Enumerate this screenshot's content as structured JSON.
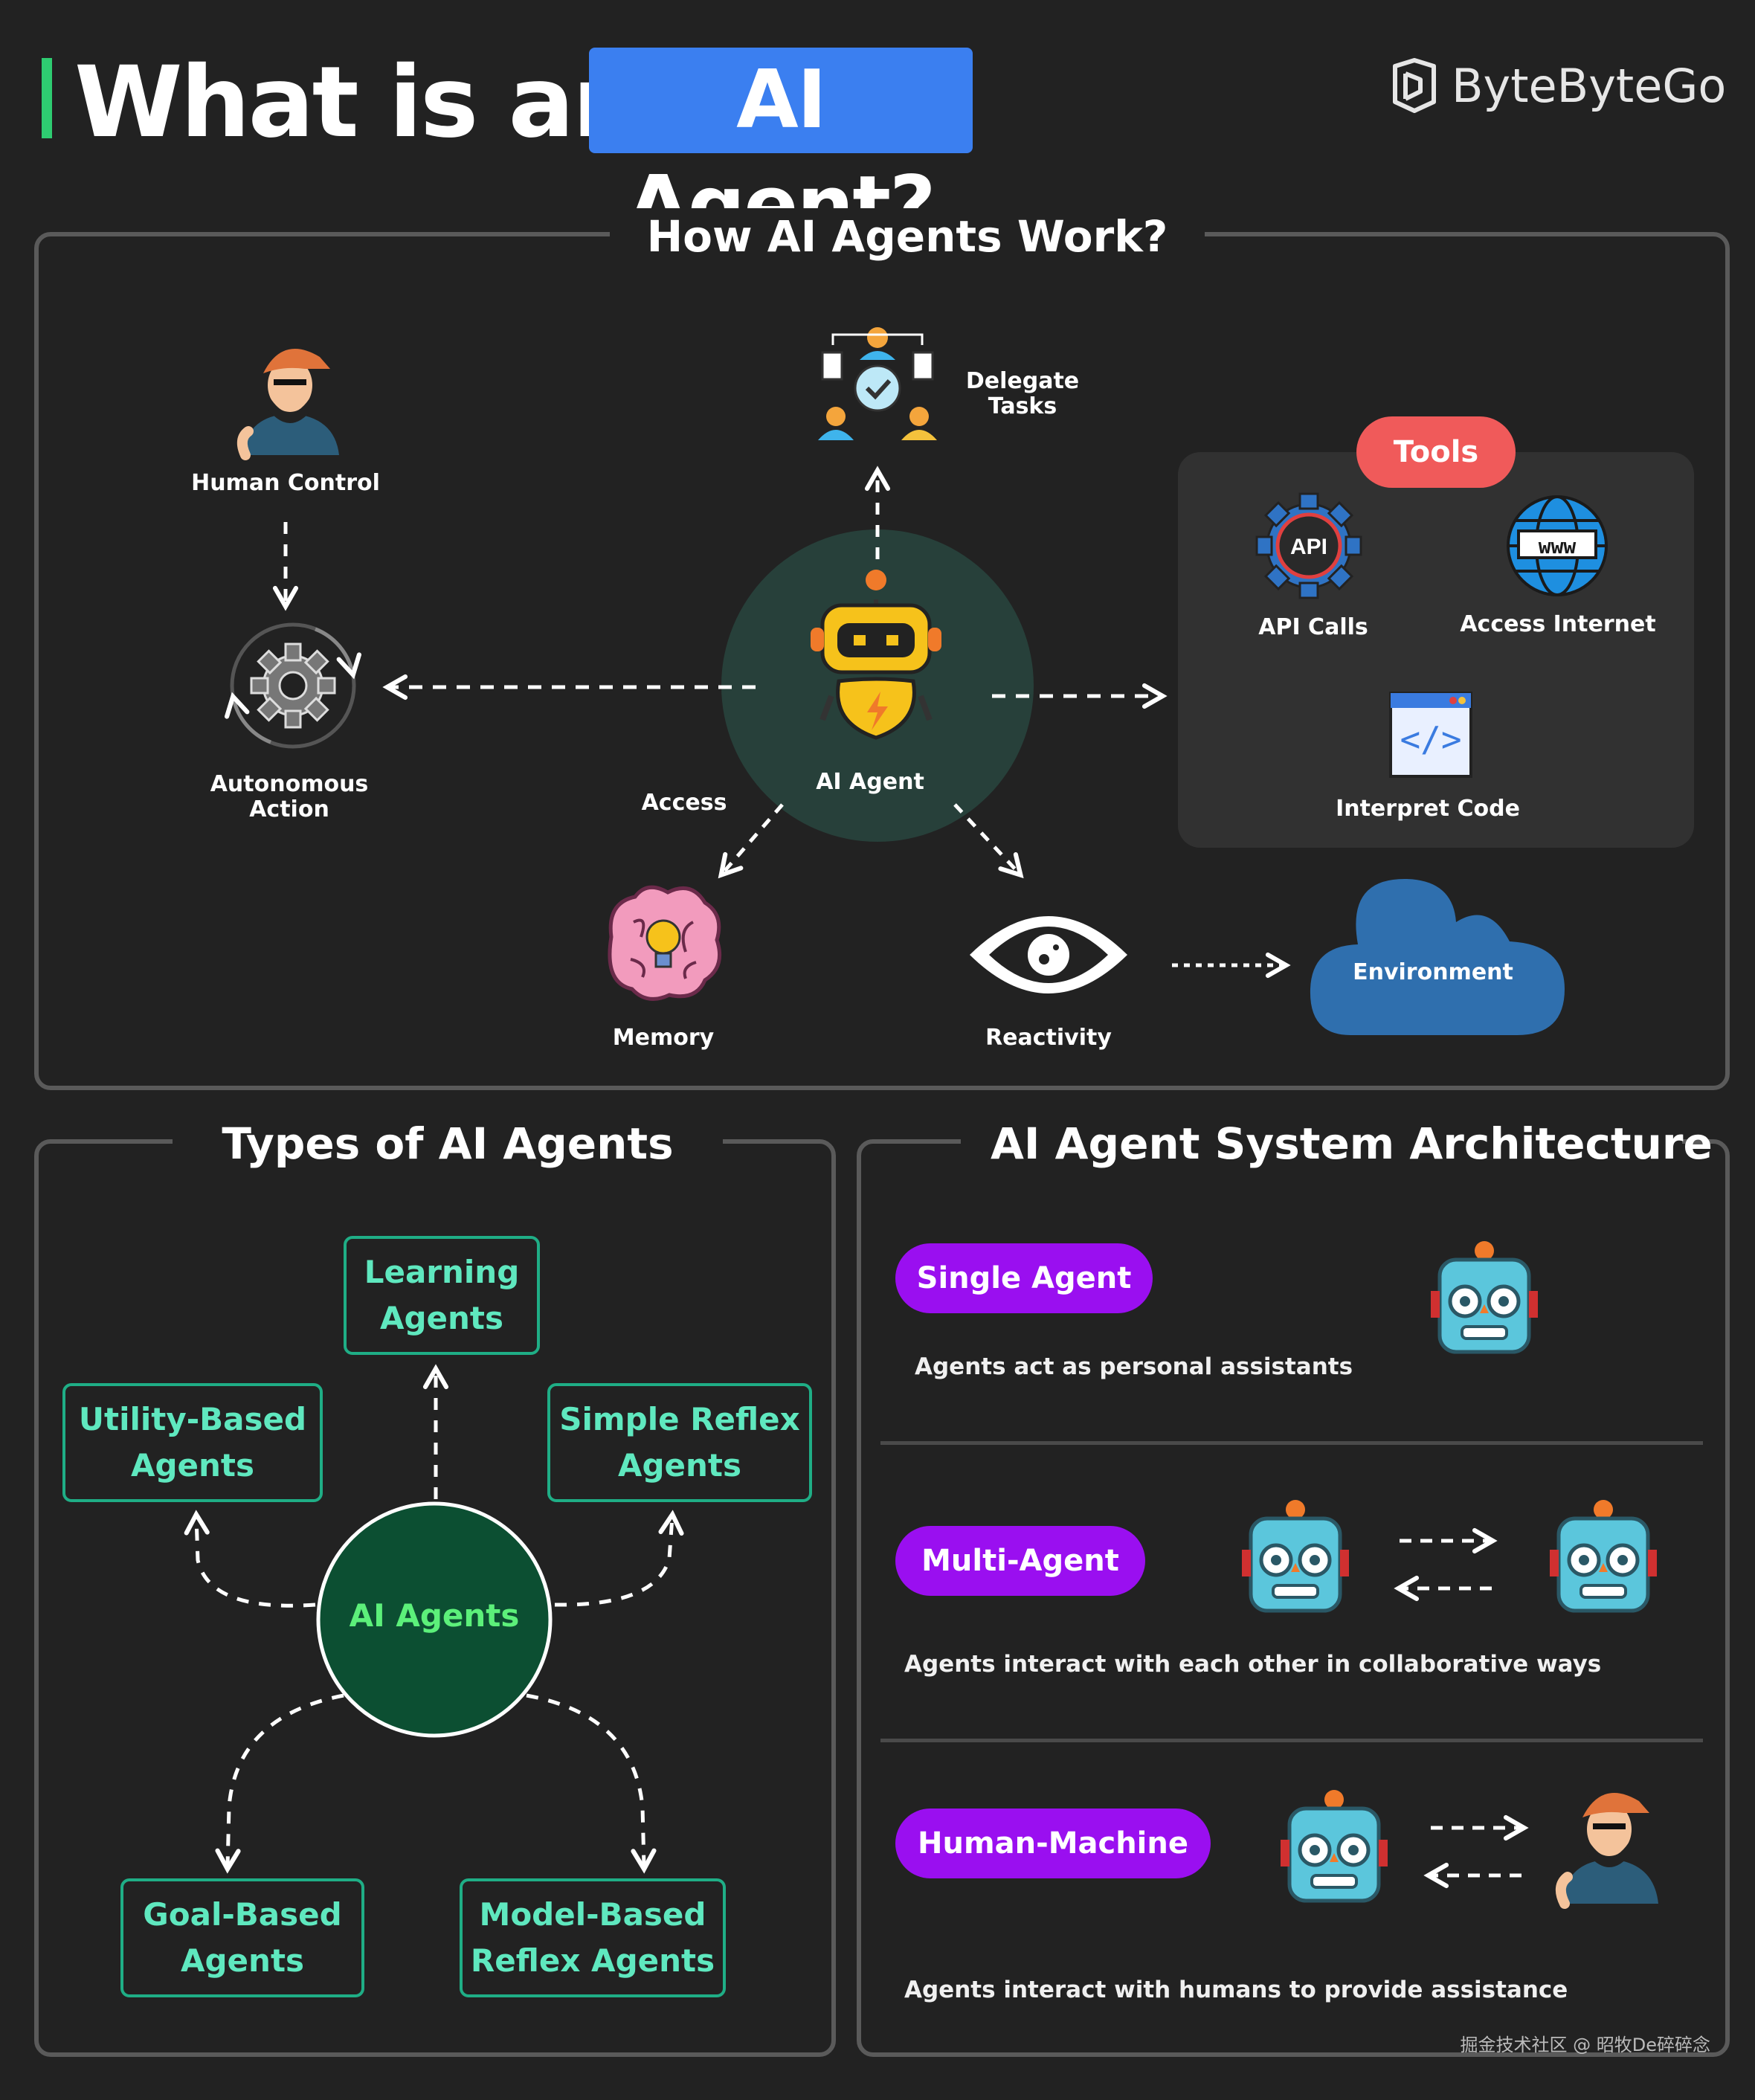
{
  "header": {
    "title_prefix": "What is an",
    "title_highlight": "AI Agent?",
    "brand": "ByteByteGo"
  },
  "how_it_works": {
    "title": "How AI Agents Work?",
    "center_label": "AI Agent",
    "human_control": "Human Control",
    "autonomous_action": "Autonomous\nAction",
    "delegate_tasks": "Delegate\nTasks",
    "access": "Access",
    "memory": "Memory",
    "reactivity": "Reactivity",
    "environment": "Environment",
    "tools": {
      "title": "Tools",
      "api_calls": "API Calls",
      "api_icon_text": "API",
      "access_internet": "Access Internet",
      "www_icon_text": "www",
      "interpret_code": "Interpret Code",
      "code_icon_text": "</>"
    }
  },
  "types": {
    "title": "Types of AI Agents",
    "center": "AI Agents",
    "learning": "Learning\nAgents",
    "utility": "Utility-Based\nAgents",
    "simple_reflex": "Simple Reflex\nAgents",
    "goal": "Goal-Based\nAgents",
    "model": "Model-Based\nReflex Agents"
  },
  "architecture": {
    "title": "AI Agent System Architecture",
    "single": {
      "label": "Single Agent",
      "desc": "Agents act as personal assistants"
    },
    "multi": {
      "label": "Multi-Agent",
      "desc": "Agents interact with each other in collaborative ways"
    },
    "human": {
      "label": "Human-Machine",
      "desc": "Agents interact with humans to provide assistance"
    }
  },
  "watermark": "掘金技术社区 @ 昭牧De碎碎念",
  "colors": {
    "background": "#222222",
    "accent_green": "#2ecc71",
    "title_highlight": "#3b7ff0",
    "tools_pill": "#f05a5a",
    "type_box": "#1fae86",
    "arch_pill": "#9a0ff0",
    "agent_circle": "#27403a",
    "types_circle": "#0c4f32",
    "environment_cloud": "#2f6fae"
  }
}
